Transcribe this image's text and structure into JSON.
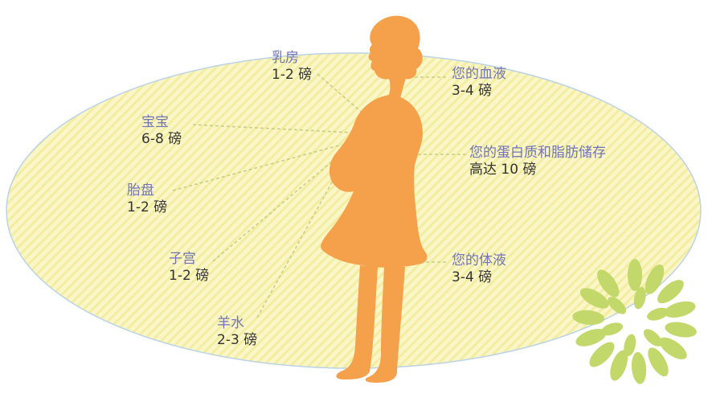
{
  "colors": {
    "background": "#ffffff",
    "ellipse_fill": "#fbf6c8",
    "ellipse_stripe": "#f3eda0",
    "ellipse_border": "#bcd3e6",
    "silhouette": "#f5a04a",
    "leader_line": "#c9cf86",
    "label_name": "#7274b8",
    "label_value": "#333333",
    "decoration": "#c2d86a"
  },
  "icons": [
    "pregnant-woman-silhouette",
    "leaf-burst-decoration"
  ],
  "labels": {
    "breasts": {
      "name": "乳房",
      "value": "1-2 磅"
    },
    "baby": {
      "name": "宝宝",
      "value": "6-8 磅"
    },
    "placenta": {
      "name": "胎盘",
      "value": "1-2 磅"
    },
    "uterus": {
      "name": "子宫",
      "value": "1-2 磅"
    },
    "amniotic": {
      "name": "羊水",
      "value": "2-3 磅"
    },
    "blood": {
      "name": "您的血液",
      "value": "3-4 磅"
    },
    "protein_fat": {
      "name": "您的蛋白质和脂肪储存",
      "value": "高达 10 磅"
    },
    "body_fluid": {
      "name": "您的体液",
      "value": "3-4 磅"
    }
  }
}
